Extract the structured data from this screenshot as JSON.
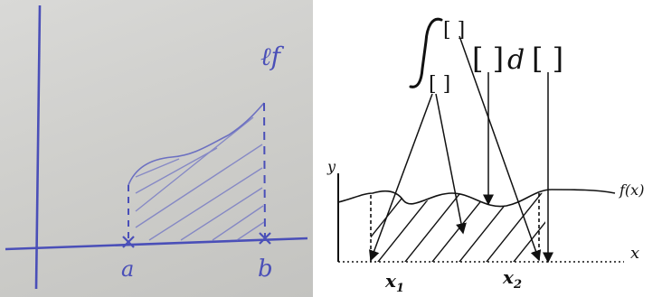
{
  "photo": {
    "function_label": "ℓf",
    "lower_bound_label": "a",
    "upper_bound_label": "b",
    "ink_color": "#4a4fb8"
  },
  "diagram": {
    "integral": {
      "upper_placeholder": "[ ]",
      "lower_placeholder": "[ ]",
      "integrand_placeholder": "[ ]",
      "d_symbol": "d",
      "variable_placeholder": "[ ]"
    },
    "y_axis_label": "y",
    "x_axis_label": "x",
    "curve_label": "f(x)",
    "x1_label": "x",
    "x1_subscript": "1",
    "x2_label": "x",
    "x2_subscript": "2",
    "ink_color": "#111111"
  }
}
